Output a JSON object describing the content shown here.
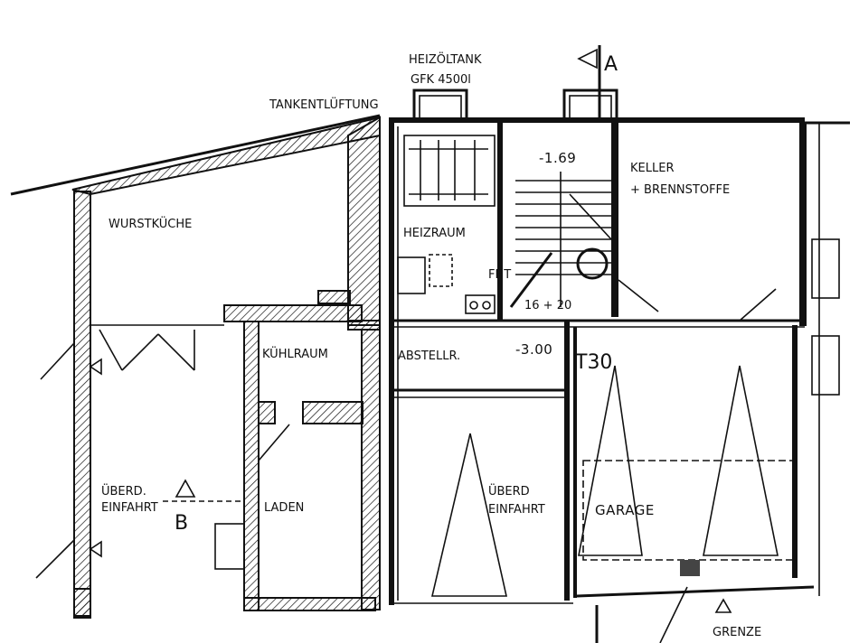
{
  "labels": {
    "heizoeltank_1": "HEIZÖLTANK",
    "heizoeltank_2": "GFK 4500l",
    "tankentlueftung": "TANKENTLÜFTUNG",
    "section_a": "A",
    "section_b": "B",
    "level_1": "-1.69",
    "level_2": "-3.00",
    "keller_1": "KELLER",
    "keller_2": "+ BRENNSTOFFE",
    "wurstkueche": "WURSTKÜCHE",
    "heizraum": "HEIZRAUM",
    "fht": "FHT",
    "stairs": "16 + 20",
    "kuehlraum": "KÜHLRAUM",
    "abstellr": "ABSTELLR.",
    "t30": "T30",
    "ueberd_left_1": "ÜBERD.",
    "ueberd_left_2": "EINFAHRT",
    "laden": "LADEN",
    "ueberd_mid_1": "ÜBERD",
    "ueberd_mid_2": "EINFAHRT",
    "garage": "GARAGE",
    "grenze": "GRENZE"
  }
}
